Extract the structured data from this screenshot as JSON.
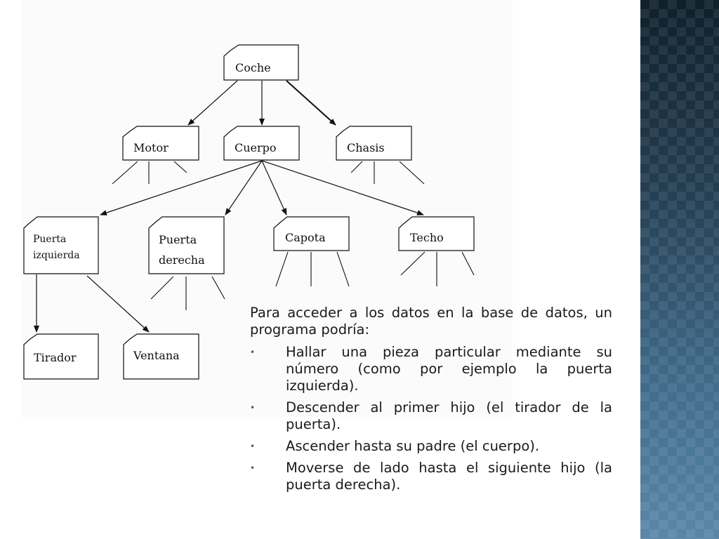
{
  "diagram": {
    "nodes": {
      "coche": "Coche",
      "motor": "Motor",
      "cuerpo": "Cuerpo",
      "chasis": "Chasis",
      "puerta_izquierda_1": "Puerta",
      "puerta_izquierda_2": "izquierda",
      "puerta_derecha_1": "Puerta",
      "puerta_derecha_2": "derecha",
      "capota": "Capota",
      "techo": "Techo",
      "tirador": "Tirador",
      "ventana": "Ventana"
    }
  },
  "text": {
    "intro": "Para acceder a los datos en la base de datos, un programa podría:",
    "bullet_symbol": "•",
    "bullets": [
      "Hallar una pieza particular mediante su número (como por ejemplo la puerta izquierda).",
      "Descender al primer hijo (el tirador de la puerta).",
      "Ascender hasta su padre (el cuerpo).",
      "Moverse de lado hasta el siguiente hijo (la puerta derecha)."
    ]
  },
  "colors": {
    "strip_dark": "#0f202c",
    "strip_light": "#5a87a8",
    "bullet": "#3a5f80"
  }
}
